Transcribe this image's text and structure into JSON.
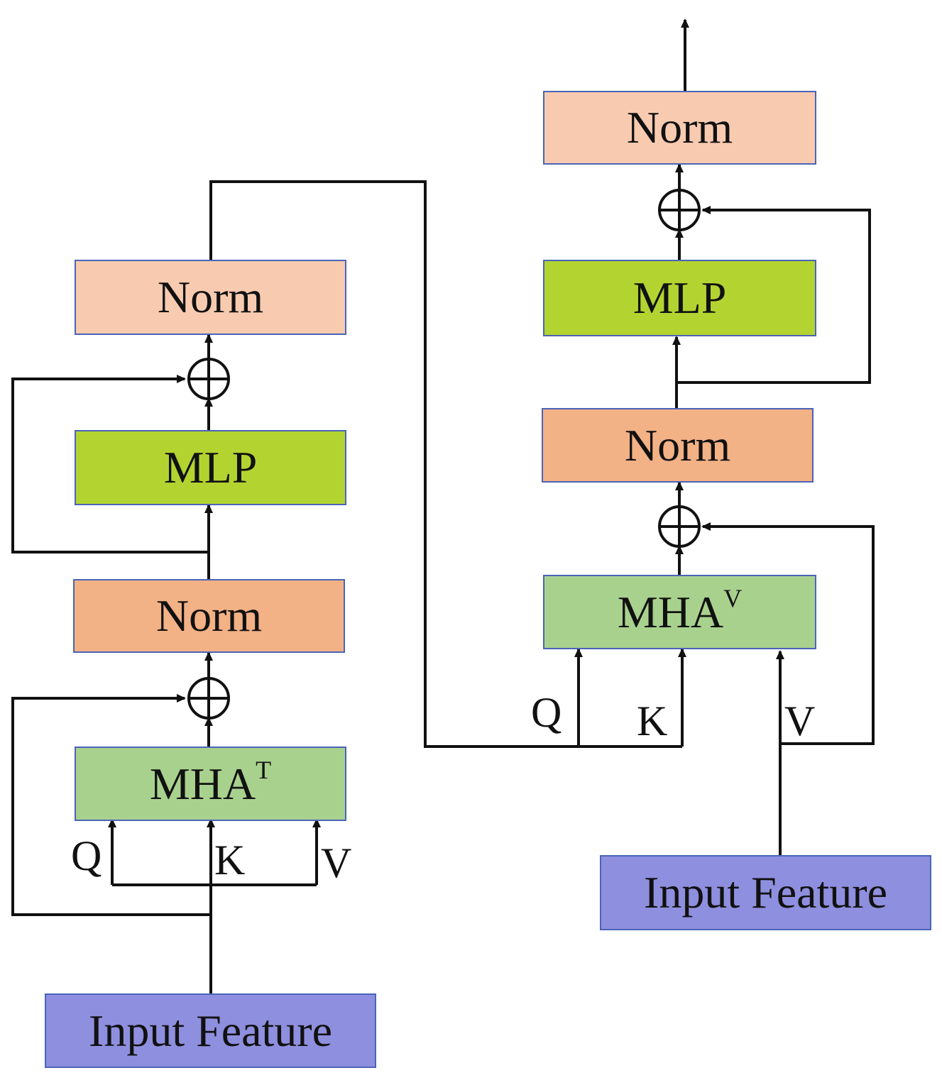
{
  "left_encoder": {
    "input_label": "Input Feature",
    "mha_label": "MHA",
    "mha_superscript": "T",
    "norm1_label": "Norm",
    "mlp_label": "MLP",
    "norm2_label": "Norm",
    "q_label": "Q",
    "k_label": "K",
    "v_label": "V"
  },
  "right_encoder": {
    "input_label": "Input Feature",
    "mha_label": "MHA",
    "mha_superscript": "V",
    "norm1_label": "Norm",
    "mlp_label": "MLP",
    "norm2_label": "Norm",
    "q_label": "Q",
    "k_label": "K",
    "v_label": "V"
  },
  "colors": {
    "norm_light": "#f8cbb0",
    "norm_dark": "#f3b186",
    "mlp": "#b3d430",
    "mha": "#a9d18e",
    "input": "#8f8fdf",
    "box_border": "#4a64b8",
    "line": "#111111"
  }
}
